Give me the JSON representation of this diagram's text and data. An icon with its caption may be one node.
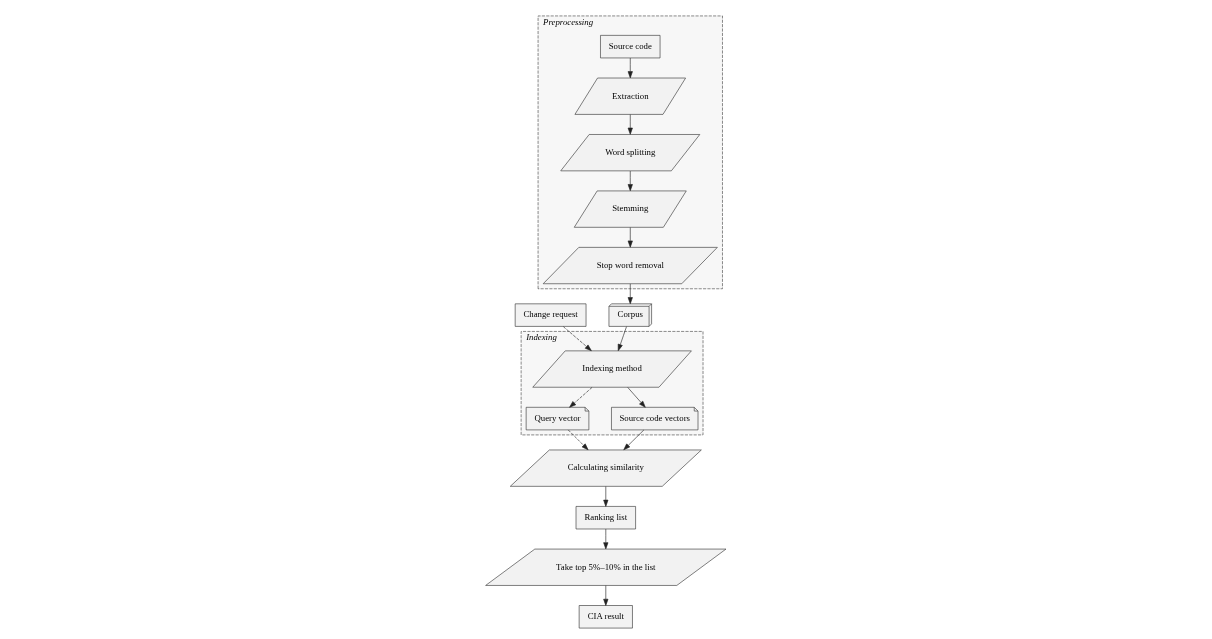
{
  "diagram": {
    "nodes": [
      {
        "text": [
          "CIA result"
        ]
      },
      {
        "text": [
          "Take top 5%–10% in the list"
        ]
      },
      {
        "text": [
          "Ranking list"
        ]
      },
      {
        "text": [
          "Calculating similarity"
        ]
      },
      {
        "text": [
          "Change request"
        ]
      },
      {
        "text": [
          "Corpus"
        ]
      },
      {
        "text": [
          "Preprocessing"
        ]
      },
      {
        "text": [
          "Stop word removal"
        ],
        "in": 6
      },
      {
        "text": [
          "Stemming"
        ],
        "in": 6
      },
      {
        "text": [
          "Word splitting"
        ],
        "in": 6
      },
      {
        "text": [
          "Extraction"
        ],
        "in": 6
      },
      {
        "text": [
          "Source code"
        ],
        "in": 6
      },
      {
        "text": [
          "Indexing"
        ]
      },
      {
        "text": [
          "Indexing method"
        ],
        "in": 12
      },
      {
        "text": [
          "Query vector"
        ],
        "in": 12
      },
      {
        "text": [
          "Source code vectors"
        ],
        "in": 12
      }
    ],
    "edges": [
      {
        "from": 11,
        "to": 10,
        "arrow": "to"
      },
      {
        "from": 10,
        "to": 9,
        "arrow": "to"
      },
      {
        "from": 9,
        "to": 8,
        "arrow": "to"
      },
      {
        "from": 8,
        "to": 7,
        "arrow": "to"
      },
      {
        "from": 7,
        "to": 5,
        "arrow": "to"
      },
      {
        "from": 5,
        "to": 13,
        "arrow": "to"
      },
      {
        "from": 4,
        "to": 13,
        "arrow": "to",
        "style": "dashed"
      },
      {
        "from": 13,
        "to": 14,
        "arrow": "to",
        "style": "dashed"
      },
      {
        "from": 13,
        "to": 15,
        "arrow": "to"
      },
      {
        "from": 14,
        "to": 3,
        "arrow": "to",
        "style": "dashed"
      },
      {
        "from": 15,
        "to": 3,
        "arrow": "to"
      },
      {
        "from": 3,
        "to": 2,
        "arrow": "to"
      },
      {
        "from": 2,
        "to": 1,
        "arrow": "to"
      },
      {
        "from": 1,
        "to": 0,
        "arrow": "to"
      }
    ]
  }
}
